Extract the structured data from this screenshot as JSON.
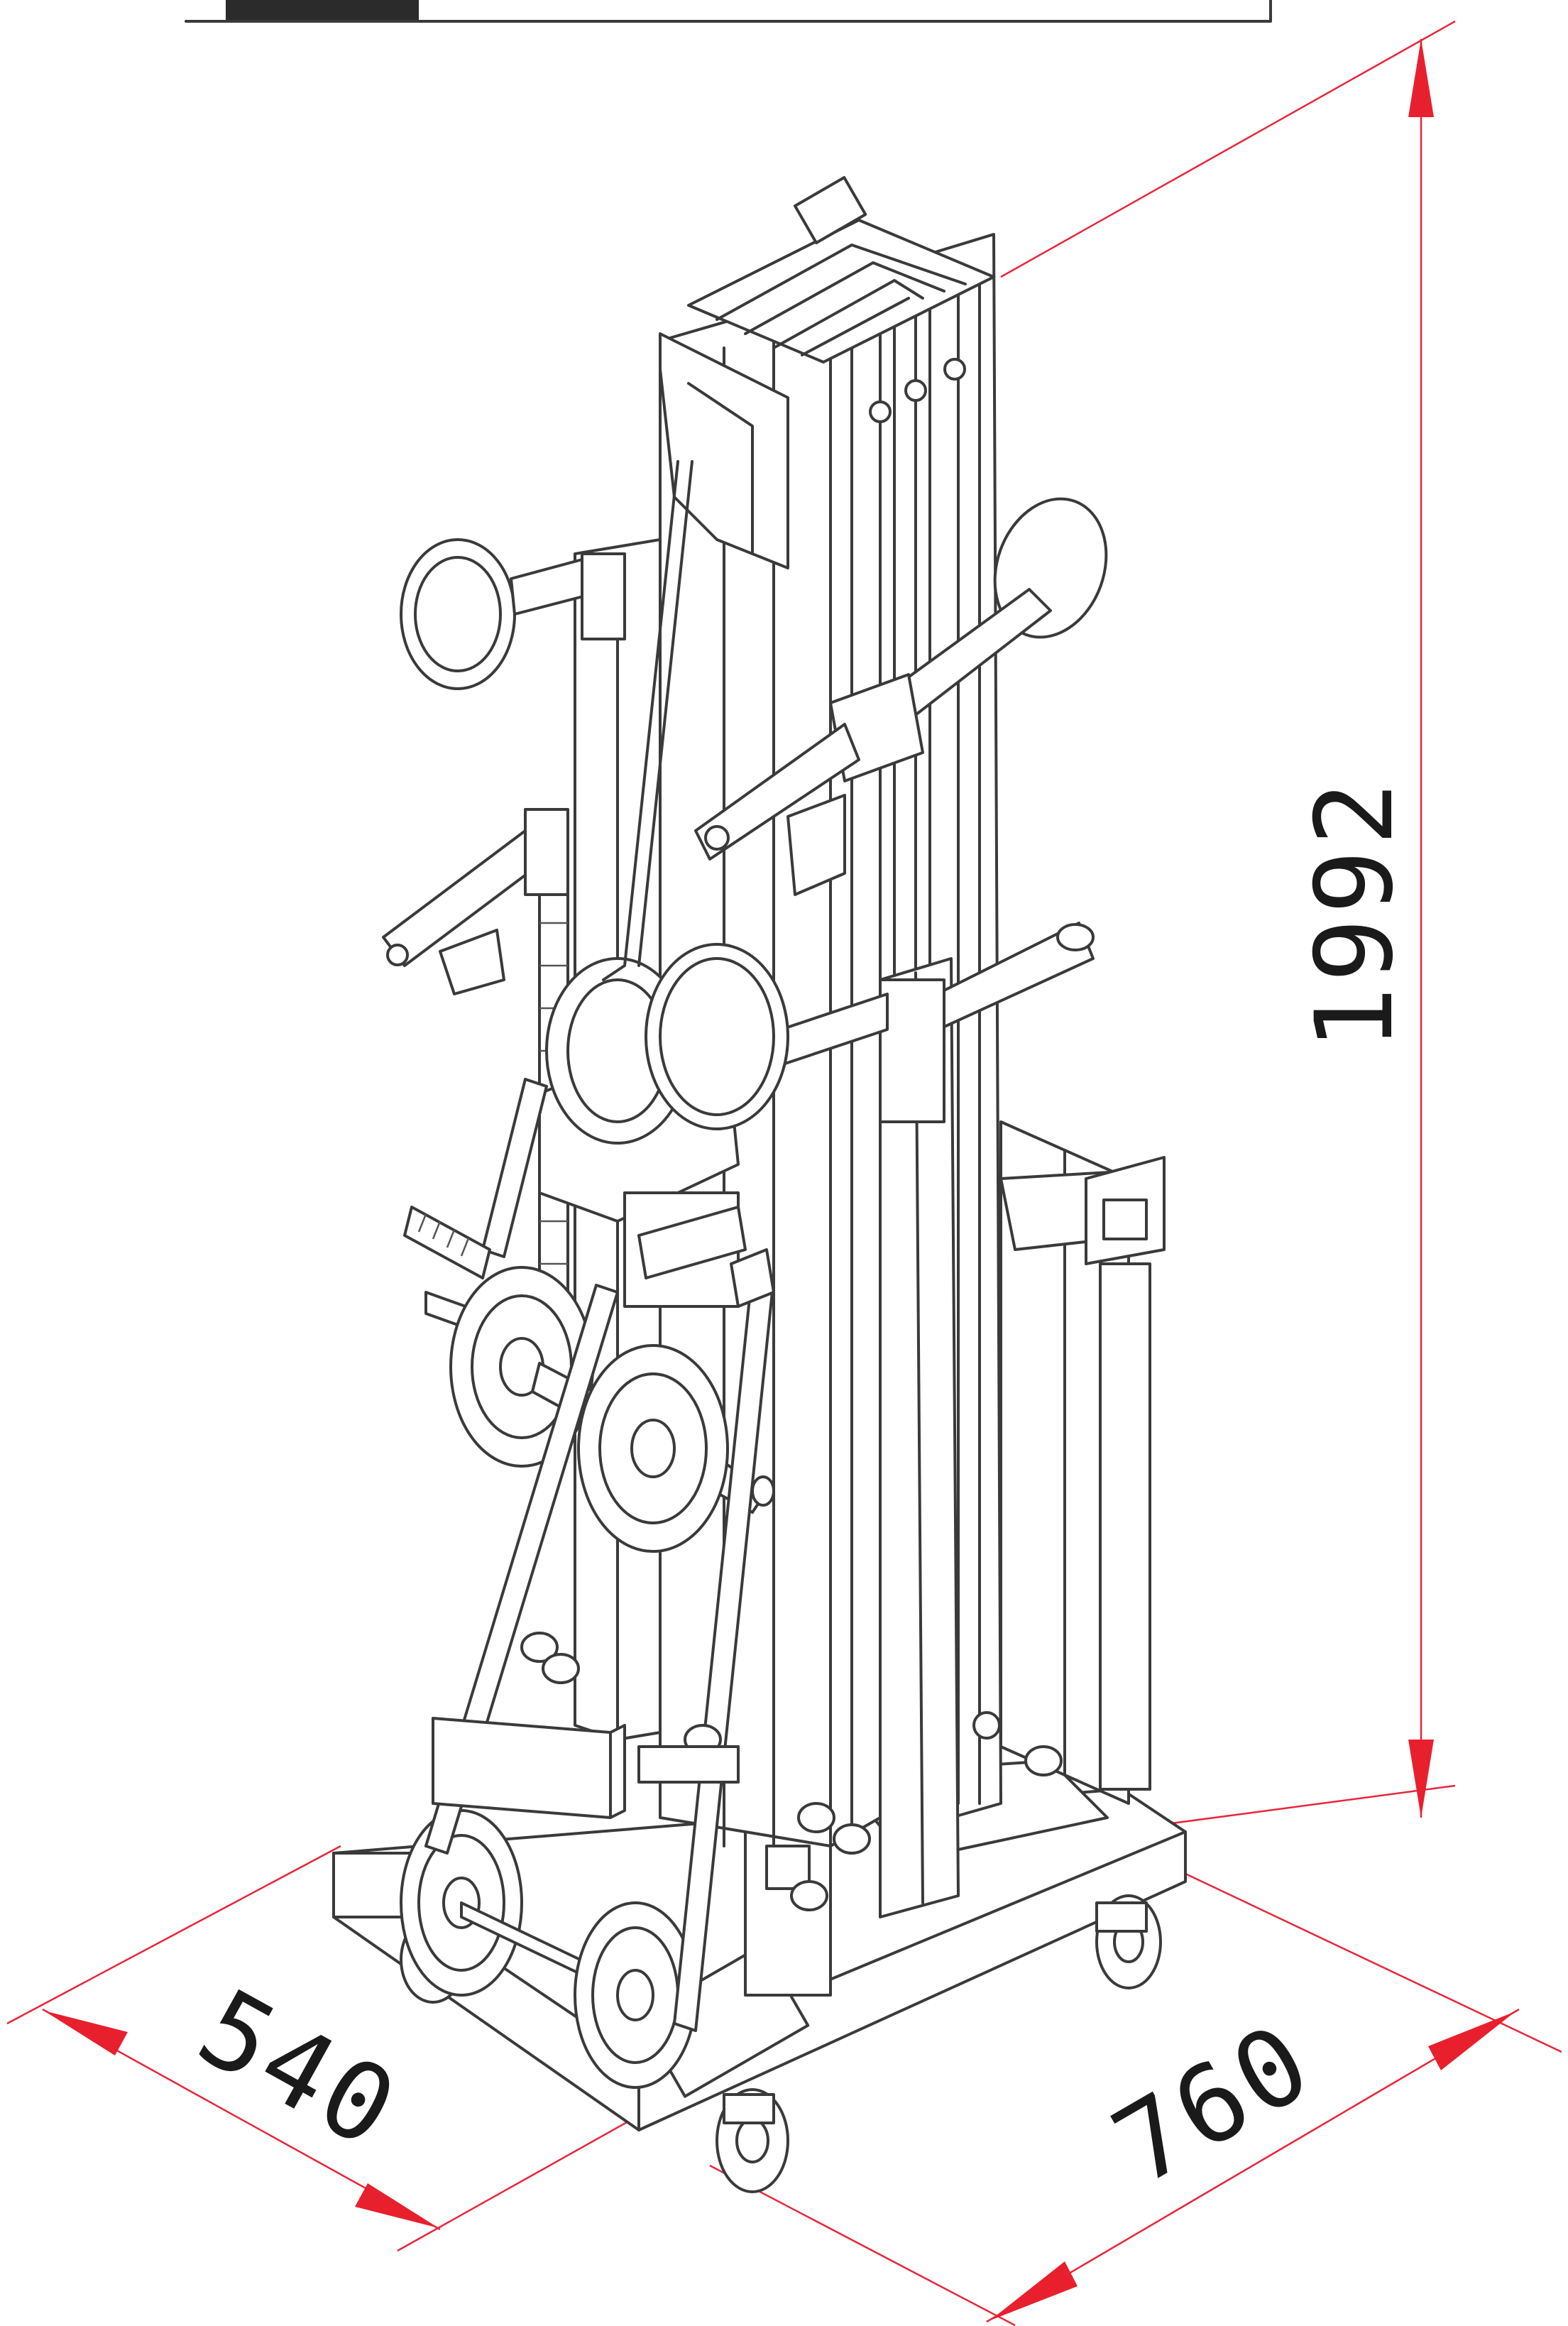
{
  "dimensions": {
    "height": "1992",
    "depth": "540",
    "width": "760"
  },
  "colors": {
    "dimension_line": "#e8263a",
    "drawing_line": "#3a3a3a",
    "header_bar": "#2b2b2b"
  }
}
